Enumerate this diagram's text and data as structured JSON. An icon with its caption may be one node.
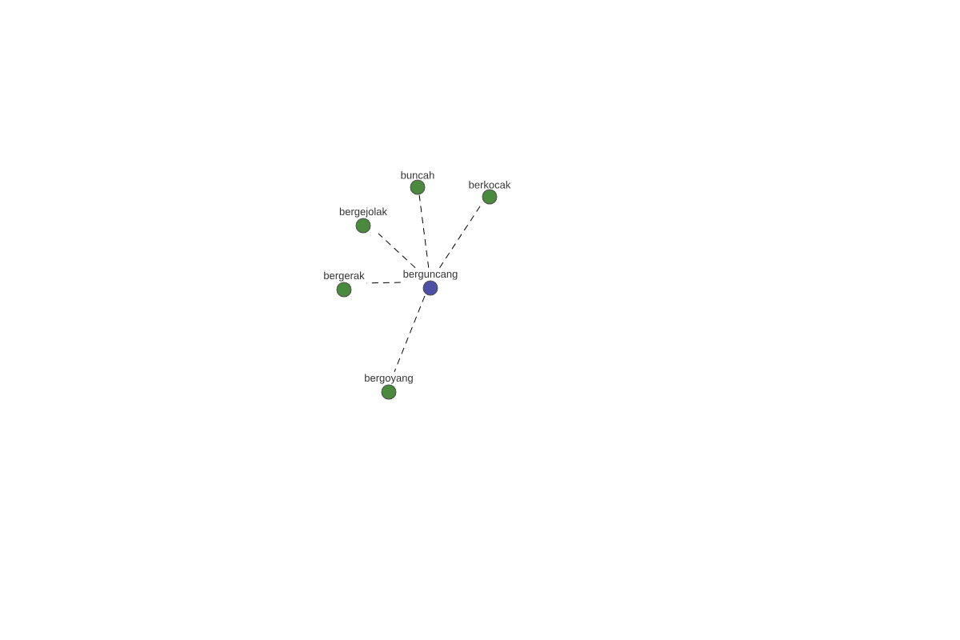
{
  "diagram": {
    "nodes": [
      {
        "text": [
          "berguncang"
        ]
      },
      {
        "text": [
          "buncah"
        ]
      },
      {
        "text": [
          "berkocak"
        ]
      },
      {
        "text": [
          "bergejolak"
        ]
      },
      {
        "text": [
          "bergerak"
        ]
      },
      {
        "text": [
          "bergoyang"
        ]
      }
    ],
    "edges": [
      {
        "from": 0,
        "to": 1,
        "arrow": "none",
        "style": "dashed"
      },
      {
        "from": 0,
        "to": 2,
        "arrow": "none",
        "style": "dashed"
      },
      {
        "from": 0,
        "to": 3,
        "arrow": "none",
        "style": "dashed"
      },
      {
        "from": 0,
        "to": 4,
        "arrow": "none",
        "style": "dashed"
      },
      {
        "from": 0,
        "to": 5,
        "arrow": "none",
        "style": "dashed"
      }
    ]
  }
}
